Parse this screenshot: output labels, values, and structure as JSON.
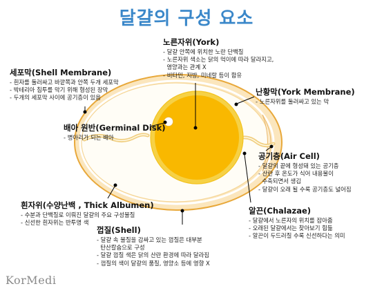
{
  "title": "달걀의 구성 요소",
  "logo": "KorMedi",
  "colors": {
    "title": "#3a87c9",
    "shell_fill": "#fbe6bd",
    "shell_stroke": "#e8a83a",
    "albumen_fill": "#fffdf6",
    "yolk": "#f9b800",
    "yolk_edge": "#f5c830"
  },
  "labels": {
    "york": {
      "title": "노른자위(York)",
      "items": [
        "달걀 안쪽에 위치한 노란 단백질",
        "노른자위 색소는 닭의 먹이에 따라 달라지고,",
        "영양과는 관계 X",
        "비타민, 지방, 미네랄 등이 함유"
      ]
    },
    "shell_membrane": {
      "title": "세포막(Shell Membrane)",
      "items": [
        "흰자를 둘러싸고 바깥쪽과 안쪽 두개 세포막",
        "박테리아 침투를 막기 위해 형성된 장막",
        "두개의 세포막 사이에 공기층이 있음"
      ]
    },
    "york_membrane": {
      "title": "난황막(York Membrane)",
      "items": [
        "노른자위를 둘러싸고 있는 막"
      ]
    },
    "germinal_disk": {
      "title": "배아 원반(Germinal Disk)",
      "items": [
        "병아리가 되는 배아"
      ]
    },
    "air_cell": {
      "title": "공기층(Air Cell)",
      "items": [
        "달걀의 끝에 형성돼 있는 공기층",
        "산란 후 온도가 식어 내용물이",
        "수축되면서 생김",
        "달걀이 오래 될 수록 공기층도 넓어짐"
      ]
    },
    "albumen": {
      "title": "흰자위(수양난백 , Thick Albumen)",
      "items": [
        "수분과 단백질로 이뤄진 달걀의 주요 구성물질",
        "신선한 흰자위는 반투명 색"
      ]
    },
    "chalazae": {
      "title": "알끈(Chalazae)",
      "items": [
        "달걀에서 노른자의 위치를 잡아줌",
        "오래된 달걀에서는 찾아보기 힘듦",
        "알끈이 두드러질 수록 신선하다는 의미"
      ]
    },
    "shell": {
      "title": "껍질(Shell)",
      "items": [
        "달걀 속 물질을 감싸고 있는 껍질은 대부분",
        "탄산칼슘으로 구성",
        "달걀 껍질 색은 닭의 산란 환경에 따라 달라짐",
        "껍질의 색이 달걀의 품질, 영양소 등에 영향 X"
      ]
    }
  }
}
